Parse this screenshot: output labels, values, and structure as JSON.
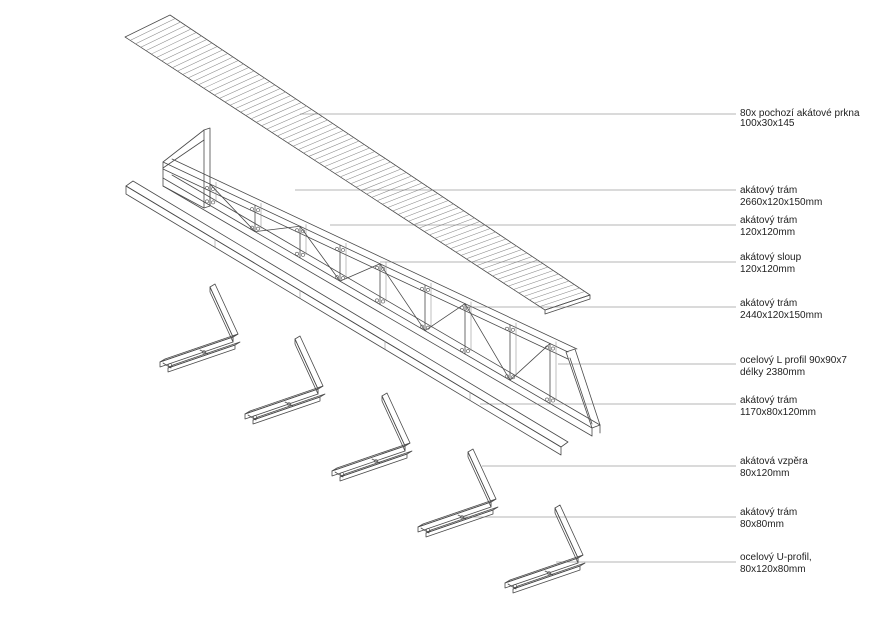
{
  "callouts": [
    {
      "id": "planks",
      "line1": "80x pochozí akátové prkna",
      "line2": "100x30x145"
    },
    {
      "id": "beam-1",
      "line1": "akátový trám",
      "line2": "2660x120x150mm"
    },
    {
      "id": "beam-2",
      "line1": "akátový trám",
      "line2": "120x120mm"
    },
    {
      "id": "post",
      "line1": "akátový sloup",
      "line2": "120x120mm"
    },
    {
      "id": "beam-3",
      "line1": "akátový trám",
      "line2": "2440x120x150mm"
    },
    {
      "id": "lprofil",
      "line1": "ocelový L profil 90x90x7",
      "line2": "délky  2380mm"
    },
    {
      "id": "beam-4",
      "line1": "akátový trám",
      "line2": "1170x80x120mm"
    },
    {
      "id": "strut",
      "line1": "akátová vzpěra",
      "line2": "80x120mm"
    },
    {
      "id": "beam-5",
      "line1": "akátový trám",
      "line2": "80x80mm"
    },
    {
      "id": "uprofil",
      "line1": "ocelový U-profil,",
      "line2": "80x120x80mm"
    }
  ],
  "colors": {
    "ink": "#4a4a4a",
    "leader": "#6a6a6a",
    "text": "#222222"
  }
}
